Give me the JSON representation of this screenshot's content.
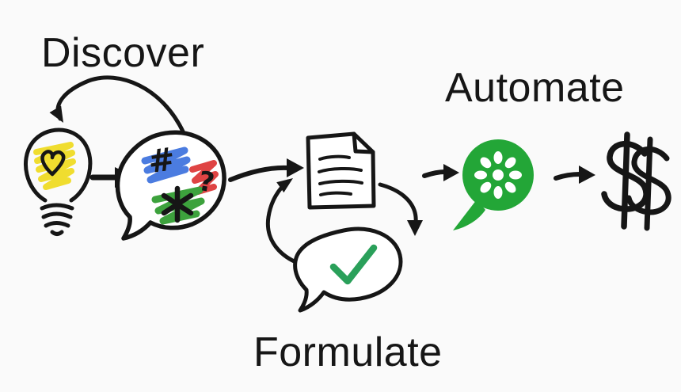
{
  "diagram": {
    "labels": {
      "discover": "Discover",
      "formulate": "Formulate",
      "automate": "Automate"
    },
    "symbols": {
      "hash": "#",
      "question": "?",
      "asterisk": "*",
      "check": "✓",
      "dollar": "$"
    },
    "colors": {
      "background": "#fafafa",
      "ink": "#161616",
      "bulb_yellow": "#f0dd2f",
      "scribble_blue": "#4b7ce0",
      "scribble_red": "#df4444",
      "scribble_green": "#3da23d",
      "cucumber_green": "#23a637",
      "check_green": "#2aa05a"
    }
  }
}
